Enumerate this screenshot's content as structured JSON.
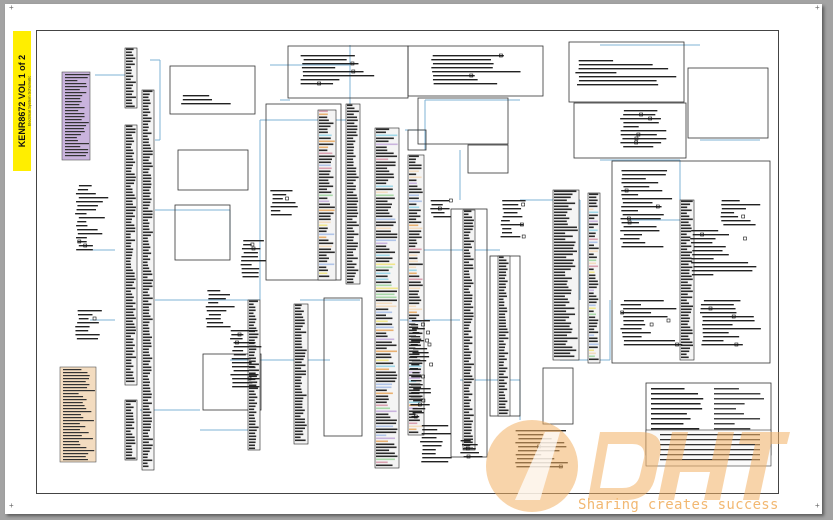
{
  "document": {
    "title": "KENR8672 VOL 1 of 2",
    "subtitle": "Electrical System Schematic"
  },
  "watermark": {
    "tagline": "Sharing creates success"
  },
  "colors": {
    "sheet": "#ffffff",
    "background": "#a3a3a3",
    "title_block": "#ffee00",
    "wire": "#7fb3d5",
    "component_fill": "#2a2a2a",
    "legend_purple": "#c9b3dd",
    "legend_tan": "#f3dcc0",
    "watermark": "#f3b064"
  },
  "icons": {
    "corner_marks": "crosshair-icon",
    "watermark_logo": "dht-logo-icon"
  }
}
